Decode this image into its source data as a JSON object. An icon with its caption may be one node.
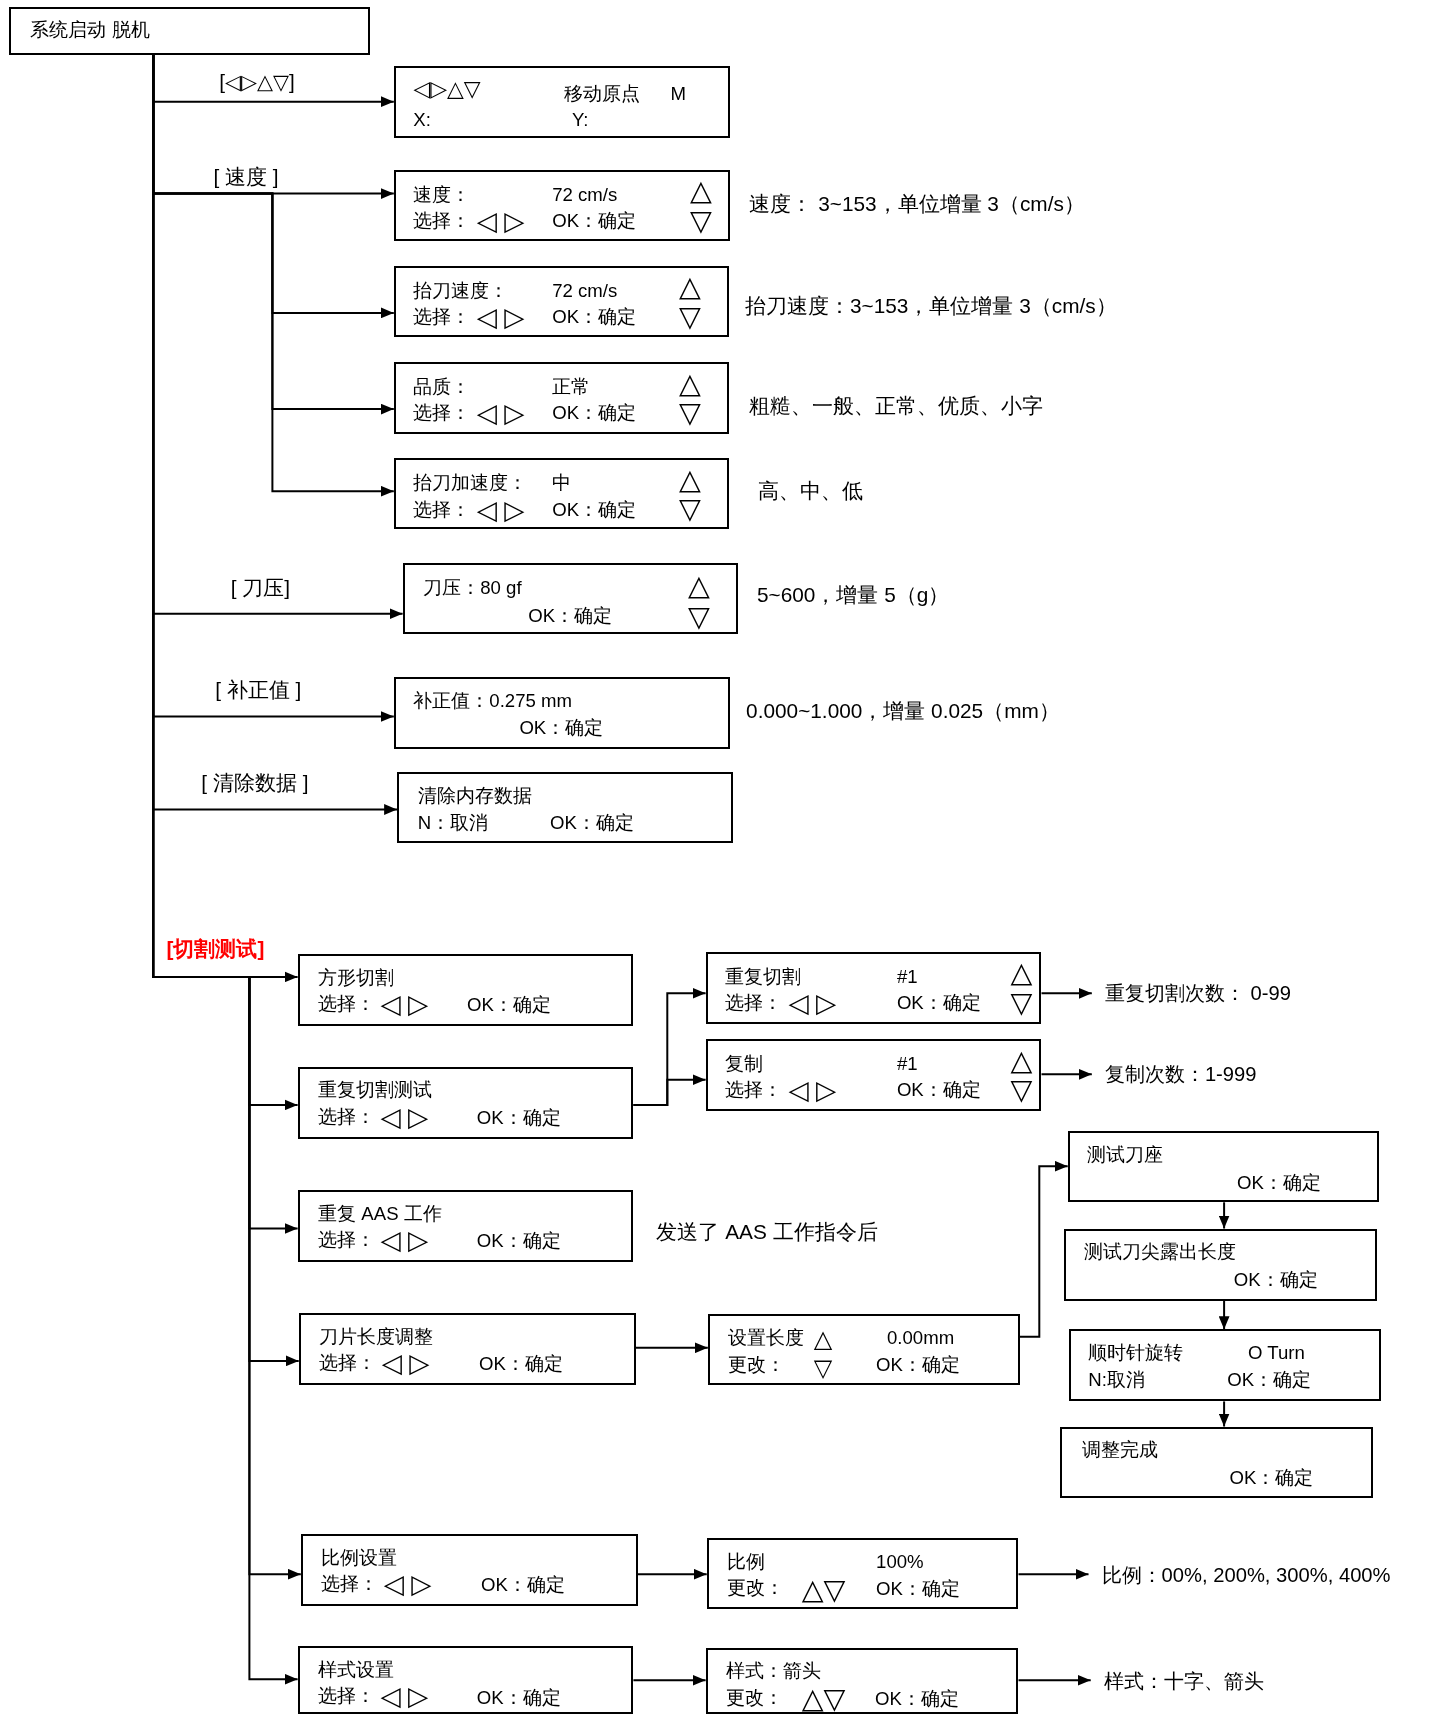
{
  "diagram": {
    "nodes": [
      {
        "text": [
          "系统启动 脱机"
        ]
      },
      {
        "text": [
          "◁▷△▽",
          "移动原点",
          "M",
          "X:",
          "Y:"
        ]
      },
      {
        "text": [
          "速度：",
          "72 cm/s",
          "选择：",
          "◁ ▷",
          "OK：确定",
          "△",
          "▽"
        ],
        "beside": [
          "速度： 3~153，单位增量 3（cm/s）"
        ]
      },
      {
        "text": [
          "抬刀速度：",
          "72 cm/s",
          "选择：",
          "◁ ▷",
          "OK：确定",
          "△",
          "▽"
        ],
        "beside": [
          "抬刀速度：3~153，单位增量 3（cm/s）"
        ]
      },
      {
        "text": [
          "品质：",
          "正常",
          "选择：",
          "◁ ▷",
          "OK：确定",
          "△",
          "▽"
        ],
        "beside": [
          "粗糙、一般、正常、优质、小字"
        ]
      },
      {
        "text": [
          "抬刀加速度：",
          "中",
          "选择：",
          "◁ ▷",
          "OK：确定",
          "△",
          "▽"
        ],
        "beside": [
          "高、中、低"
        ]
      },
      {
        "text": [
          "刀压：80 gf",
          "OK：确定",
          "△",
          "▽"
        ],
        "beside": [
          "5~600，增量 5（g）"
        ]
      },
      {
        "text": [
          "补正值：0.275 mm",
          "OK：确定"
        ],
        "beside": [
          "0.000~1.000，增量 0.025（mm）"
        ]
      },
      {
        "text": [
          "清除内存数据",
          "N：取消",
          "OK：确定"
        ]
      },
      {
        "text": [
          "方形切割",
          "选择：",
          "◁ ▷",
          "OK：确定"
        ]
      },
      {
        "text": [
          "重复切割测试",
          "选择：",
          "◁ ▷",
          "OK：确定"
        ]
      },
      {
        "text": [
          "重复 AAS 工作",
          "选择：",
          "◁ ▷",
          "OK：确定"
        ],
        "beside": [
          "发送了 AAS 工作指令后"
        ]
      },
      {
        "text": [
          "刀片长度调整",
          "选择：",
          "◁ ▷",
          "OK：确定"
        ]
      },
      {
        "text": [
          "比例设置",
          "选择：",
          "◁ ▷",
          "OK：确定"
        ]
      },
      {
        "text": [
          "样式设置",
          "选择：",
          "◁ ▷",
          "OK：确定"
        ]
      },
      {
        "text": [
          "重复切割",
          "#1",
          "选择：",
          "◁ ▷",
          "OK：确定",
          "△",
          "▽"
        ]
      },
      {
        "text": [
          "重复切割次数： 0-99"
        ]
      },
      {
        "text": [
          "复制",
          "#1",
          "选择：",
          "◁ ▷",
          "OK：确定",
          "△",
          "▽"
        ]
      },
      {
        "text": [
          "复制次数：1-999"
        ]
      },
      {
        "text": [
          "设置长度",
          "△",
          "0.00mm",
          "更改：",
          "▽",
          "OK：确定"
        ]
      },
      {
        "text": [
          "测试刀座",
          "OK：确定"
        ]
      },
      {
        "text": [
          "测试刀尖露出长度",
          "OK：确定"
        ]
      },
      {
        "text": [
          "顺时针旋转",
          "O Turn",
          "N:取消",
          "OK：确定"
        ]
      },
      {
        "text": [
          "调整完成",
          "OK：确定"
        ]
      },
      {
        "text": [
          "比例",
          "100%",
          "更改：",
          "△▽",
          "OK：确定"
        ]
      },
      {
        "text": [
          "比例：00%, 200%, 300%, 400%"
        ]
      },
      {
        "text": [
          "样式：箭头",
          "更改：",
          "△▽",
          "OK：确定"
        ]
      },
      {
        "text": [
          "样式：十字、箭头"
        ]
      }
    ],
    "edges": [
      {
        "from": 0,
        "to": 1,
        "arrow": "to",
        "label": "[◁▷△▽]"
      },
      {
        "from": 0,
        "to": 2,
        "arrow": "to",
        "label": "[ 速度 ]"
      },
      {
        "from": 0,
        "to": 3,
        "arrow": "to"
      },
      {
        "from": 0,
        "to": 4,
        "arrow": "to"
      },
      {
        "from": 0,
        "to": 5,
        "arrow": "to"
      },
      {
        "from": 0,
        "to": 6,
        "arrow": "to",
        "label": "[ 刀压]"
      },
      {
        "from": 0,
        "to": 7,
        "arrow": "to",
        "label": "[ 补正值 ]"
      },
      {
        "from": 0,
        "to": 8,
        "arrow": "to",
        "label": "[ 清除数据 ]"
      },
      {
        "from": 0,
        "to": 9,
        "arrow": "to",
        "label": "[切割测试]"
      },
      {
        "from": 0,
        "to": 10,
        "arrow": "to"
      },
      {
        "from": 0,
        "to": 11,
        "arrow": "to"
      },
      {
        "from": 0,
        "to": 12,
        "arrow": "to"
      },
      {
        "from": 0,
        "to": 13,
        "arrow": "to"
      },
      {
        "from": 0,
        "to": 14,
        "arrow": "to"
      },
      {
        "from": 10,
        "to": 15,
        "arrow": "to"
      },
      {
        "from": 10,
        "to": 17,
        "arrow": "to"
      },
      {
        "from": 15,
        "to": 16,
        "arrow": "to"
      },
      {
        "from": 17,
        "to": 18,
        "arrow": "to"
      },
      {
        "from": 12,
        "to": 19,
        "arrow": "to"
      },
      {
        "from": 19,
        "to": 20,
        "arrow": "to"
      },
      {
        "from": 20,
        "to": 21,
        "arrow": "to"
      },
      {
        "from": 21,
        "to": 22,
        "arrow": "to"
      },
      {
        "from": 22,
        "to": 23,
        "arrow": "to"
      },
      {
        "from": 13,
        "to": 24,
        "arrow": "to"
      },
      {
        "from": 24,
        "to": 25,
        "arrow": "to"
      },
      {
        "from": 14,
        "to": 26,
        "arrow": "to"
      },
      {
        "from": 26,
        "to": 27,
        "arrow": "to"
      }
    ]
  }
}
